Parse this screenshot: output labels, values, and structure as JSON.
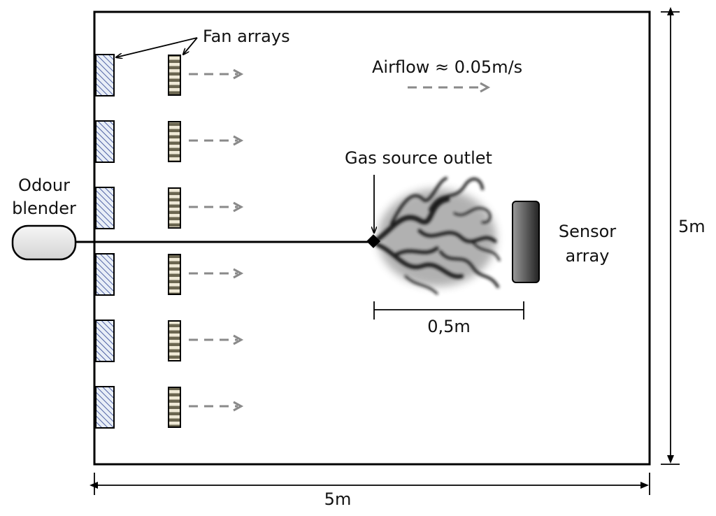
{
  "labels": {
    "fan_arrays": "Fan arrays",
    "airflow": "Airflow ≈ 0.05m/s",
    "gas_source_outlet": "Gas source outlet",
    "odour_blender_line1": "Odour",
    "odour_blender_line2": "blender",
    "sensor_array_line1": "Sensor",
    "sensor_array_line2": "array",
    "plume_width": "0,5m",
    "room_height": "5m",
    "room_width": "5m"
  },
  "counts": {
    "fans_per_array": 6
  },
  "colors": {
    "outline": "#000000",
    "arrow_gray": "#8a8a8a",
    "wall_fan_hatch": "#2a3f8f",
    "wall_fan_fill": "#e8eef7",
    "inner_fan_light": "#efe9d6",
    "inner_fan_dark": "#6b6650",
    "blender_fill": "#e8e8e8",
    "sensor_dark": "#222222",
    "sensor_light": "#9a9a9a"
  }
}
